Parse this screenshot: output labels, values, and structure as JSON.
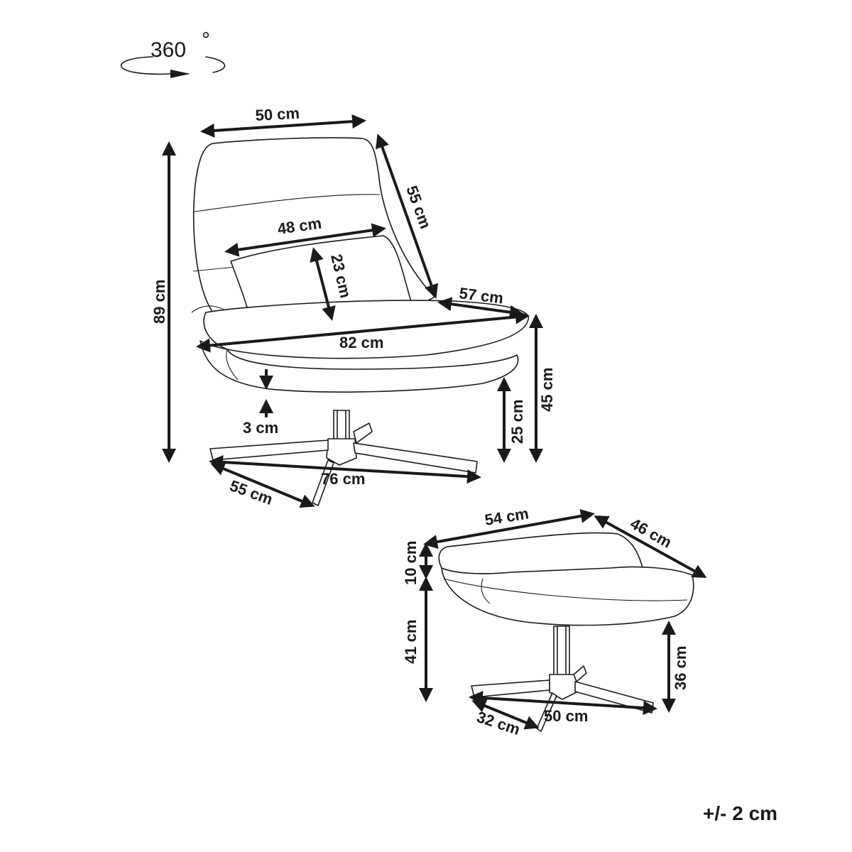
{
  "rotation_label": "360",
  "rotation_degree_symbol": "°",
  "chair": {
    "width_top": "50 cm",
    "back_depth": "55 cm",
    "pillow_width": "48 cm",
    "pillow_height": "23 cm",
    "seat_side": "57 cm",
    "seat_width": "82 cm",
    "total_height": "89 cm",
    "seat_height": "45 cm",
    "base_clearance": "25 cm",
    "seat_thickness": "3 cm",
    "base_width": "76 cm",
    "base_depth": "55 cm"
  },
  "ottoman": {
    "width": "54 cm",
    "depth": "46 cm",
    "cushion_height": "10 cm",
    "total_height": "41 cm",
    "base_clearance": "36 cm",
    "base_width": "50 cm",
    "base_depth": "32 cm"
  },
  "tolerance": "+/- 2 cm"
}
